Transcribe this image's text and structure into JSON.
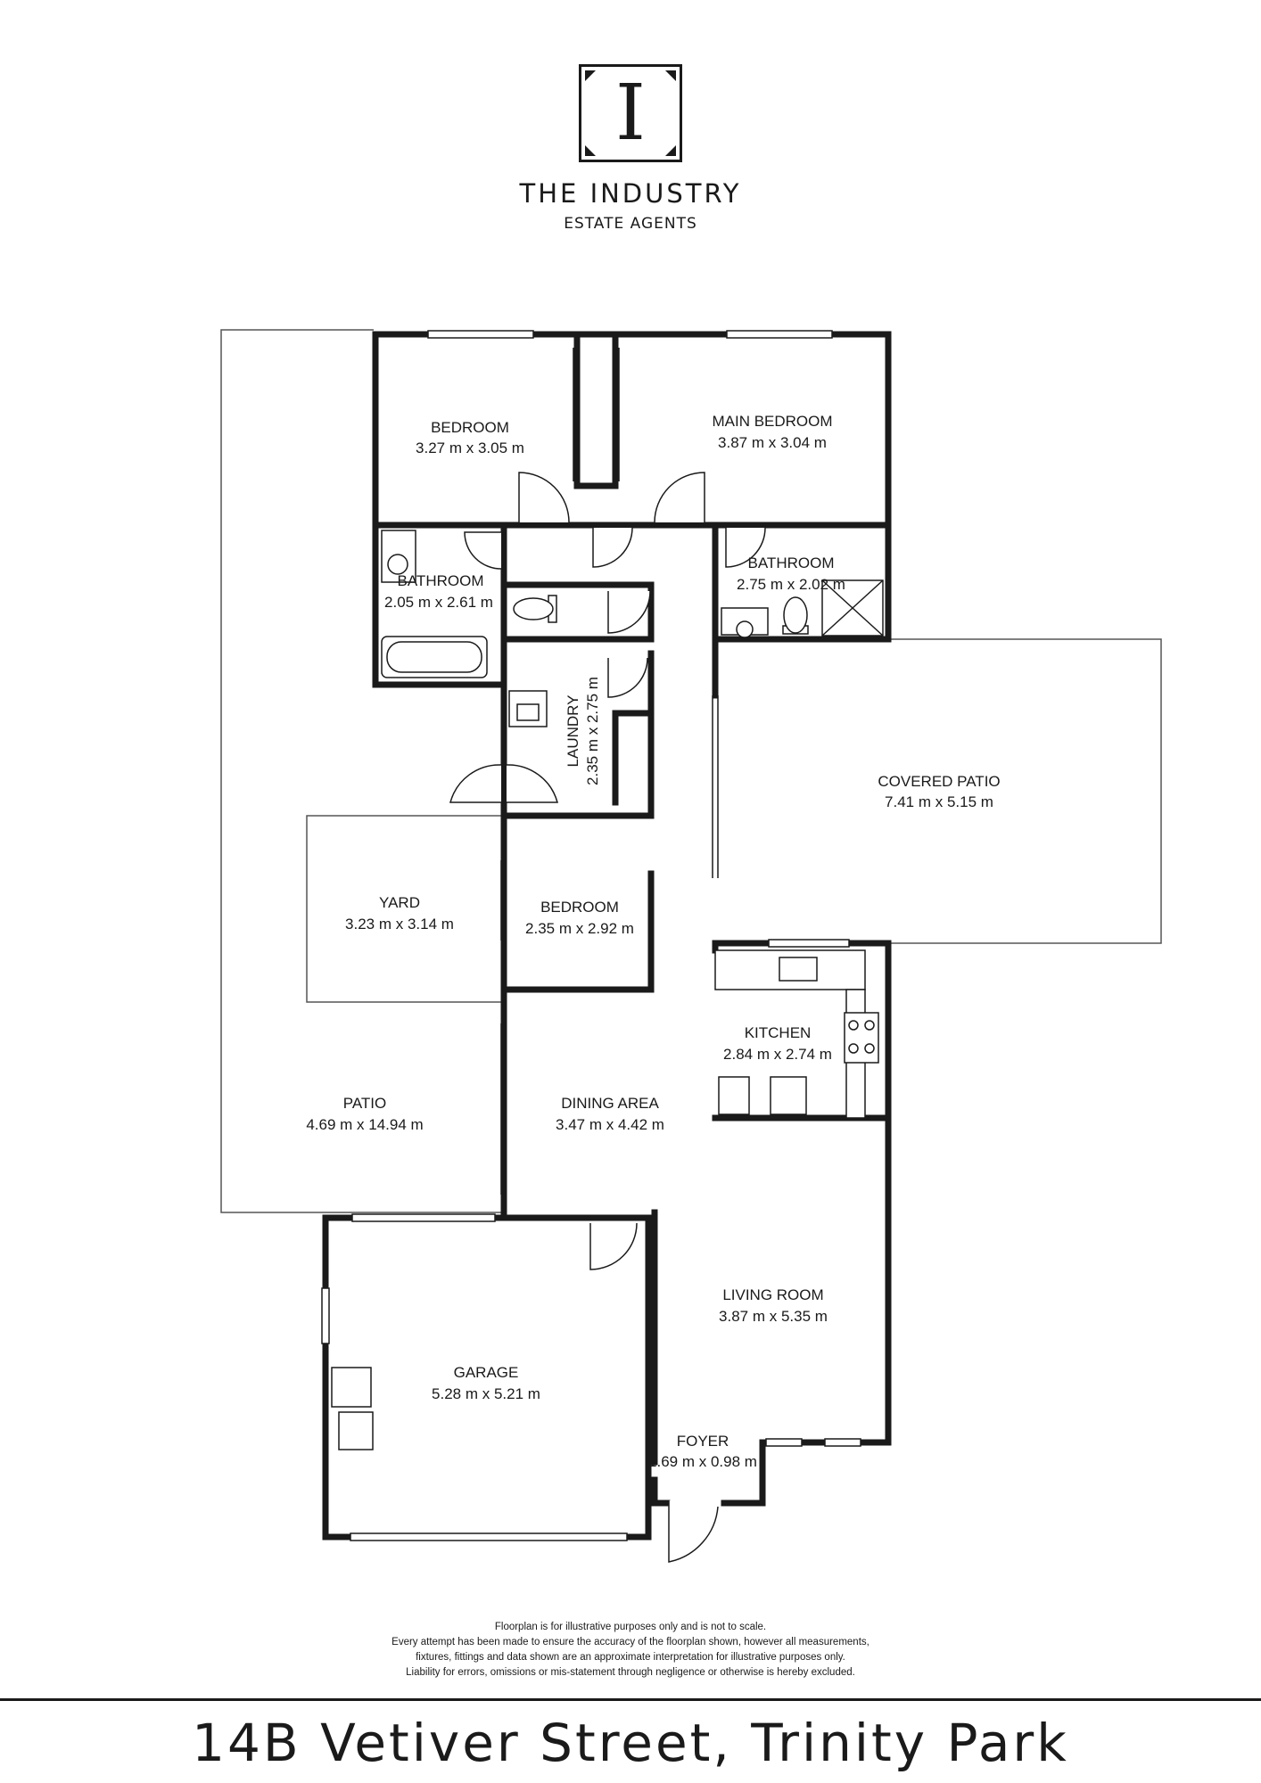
{
  "brand": {
    "logo_letter": "I",
    "name": "THE INDUSTRY",
    "tagline": "ESTATE AGENTS"
  },
  "rooms": {
    "bedroom_1": {
      "name": "BEDROOM",
      "size": "3.27 m x 3.05 m"
    },
    "main_bedroom": {
      "name": "MAIN BEDROOM",
      "size": "3.87 m x 3.04 m"
    },
    "bathroom_1": {
      "name": "BATHROOM",
      "size": "2.05 m x 2.61 m"
    },
    "bathroom_2": {
      "name": "BATHROOM",
      "size": "2.75 m x 2.02 m"
    },
    "laundry": {
      "name": "LAUNDRY",
      "size": "2.35 m x 2.75 m"
    },
    "covered_patio": {
      "name": "COVERED PATIO",
      "size": "7.41 m x 5.15 m"
    },
    "yard": {
      "name": "YARD",
      "size": "3.23 m x 3.14 m"
    },
    "bedroom_2": {
      "name": "BEDROOM",
      "size": "2.35 m x 2.92 m"
    },
    "kitchen": {
      "name": "KITCHEN",
      "size": "2.84 m x 2.74 m"
    },
    "patio": {
      "name": "PATIO",
      "size": "4.69 m x 14.94 m"
    },
    "dining": {
      "name": "DINING AREA",
      "size": "3.47 m x 4.42 m"
    },
    "living": {
      "name": "LIVING ROOM",
      "size": "3.87 m x 5.35 m"
    },
    "garage": {
      "name": "GARAGE",
      "size": "5.28 m x 5.21 m"
    },
    "foyer": {
      "name": "FOYER",
      "size": "1.69 m x 0.98 m"
    }
  },
  "disclaimer": [
    "Floorplan is for illustrative purposes only and is not to scale.",
    "Every attempt has been made to ensure the accuracy of the floorplan shown, however all measurements,",
    "fixtures, fittings and data shown are an approximate interpretation for illustrative purposes only.",
    "Liability for errors, omissions or mis-statement through negligence or otherwise is hereby excluded."
  ],
  "address": "14B Vetiver Street, Trinity Park",
  "colors": {
    "wall": "#1a1a1a",
    "line": "#555555",
    "background": "#ffffff"
  }
}
